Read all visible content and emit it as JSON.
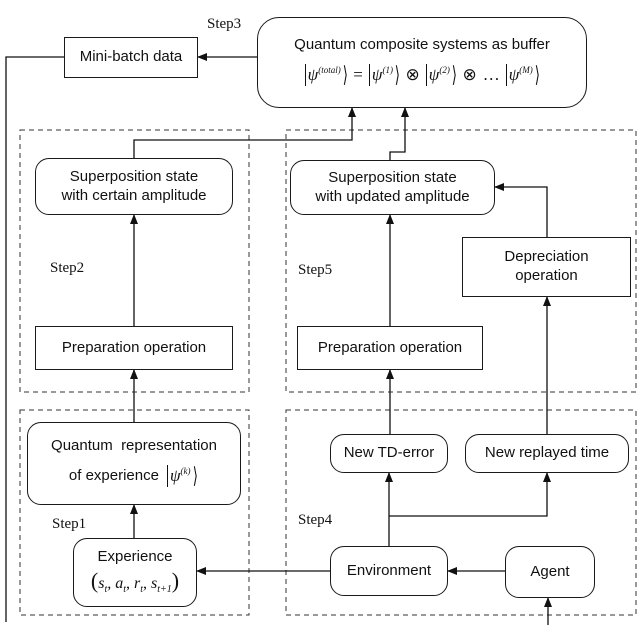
{
  "steps": {
    "step1": "Step1",
    "step2": "Step2",
    "step3": "Step3",
    "step4": "Step4",
    "step5": "Step5"
  },
  "nodes": {
    "minibatch": "Mini-batch data",
    "buffer_title": "Quantum composite systems as buffer",
    "superpos_certain_l1": "Superposition state",
    "superpos_certain_l2": "with certain amplitude",
    "superpos_updated_l1": "Superposition state",
    "superpos_updated_l2": "with updated amplitude",
    "depreciation_l1": "Depreciation",
    "depreciation_l2": "operation",
    "prep_left": "Preparation operation",
    "prep_right": "Preparation operation",
    "quantum_rep_l1": "Quantum  representation",
    "quantum_rep_l2": "of experience",
    "new_td": "New TD-error",
    "new_replayed": "New replayed time",
    "experience": "Experience",
    "environment": "Environment",
    "agent": "Agent"
  },
  "math": {
    "psi": "ψ",
    "total": "(total)",
    "sup1": "(1)",
    "sup2": "(2)",
    "supM": "(M)",
    "supk": "(k)",
    "equals": "=",
    "otimes": "⊗",
    "ellipsis": "…",
    "s_t": "s",
    "a_t": "a",
    "r_t": "r",
    "s_t1": "s",
    "sub_t": "t",
    "sub_t1": "t+1"
  }
}
